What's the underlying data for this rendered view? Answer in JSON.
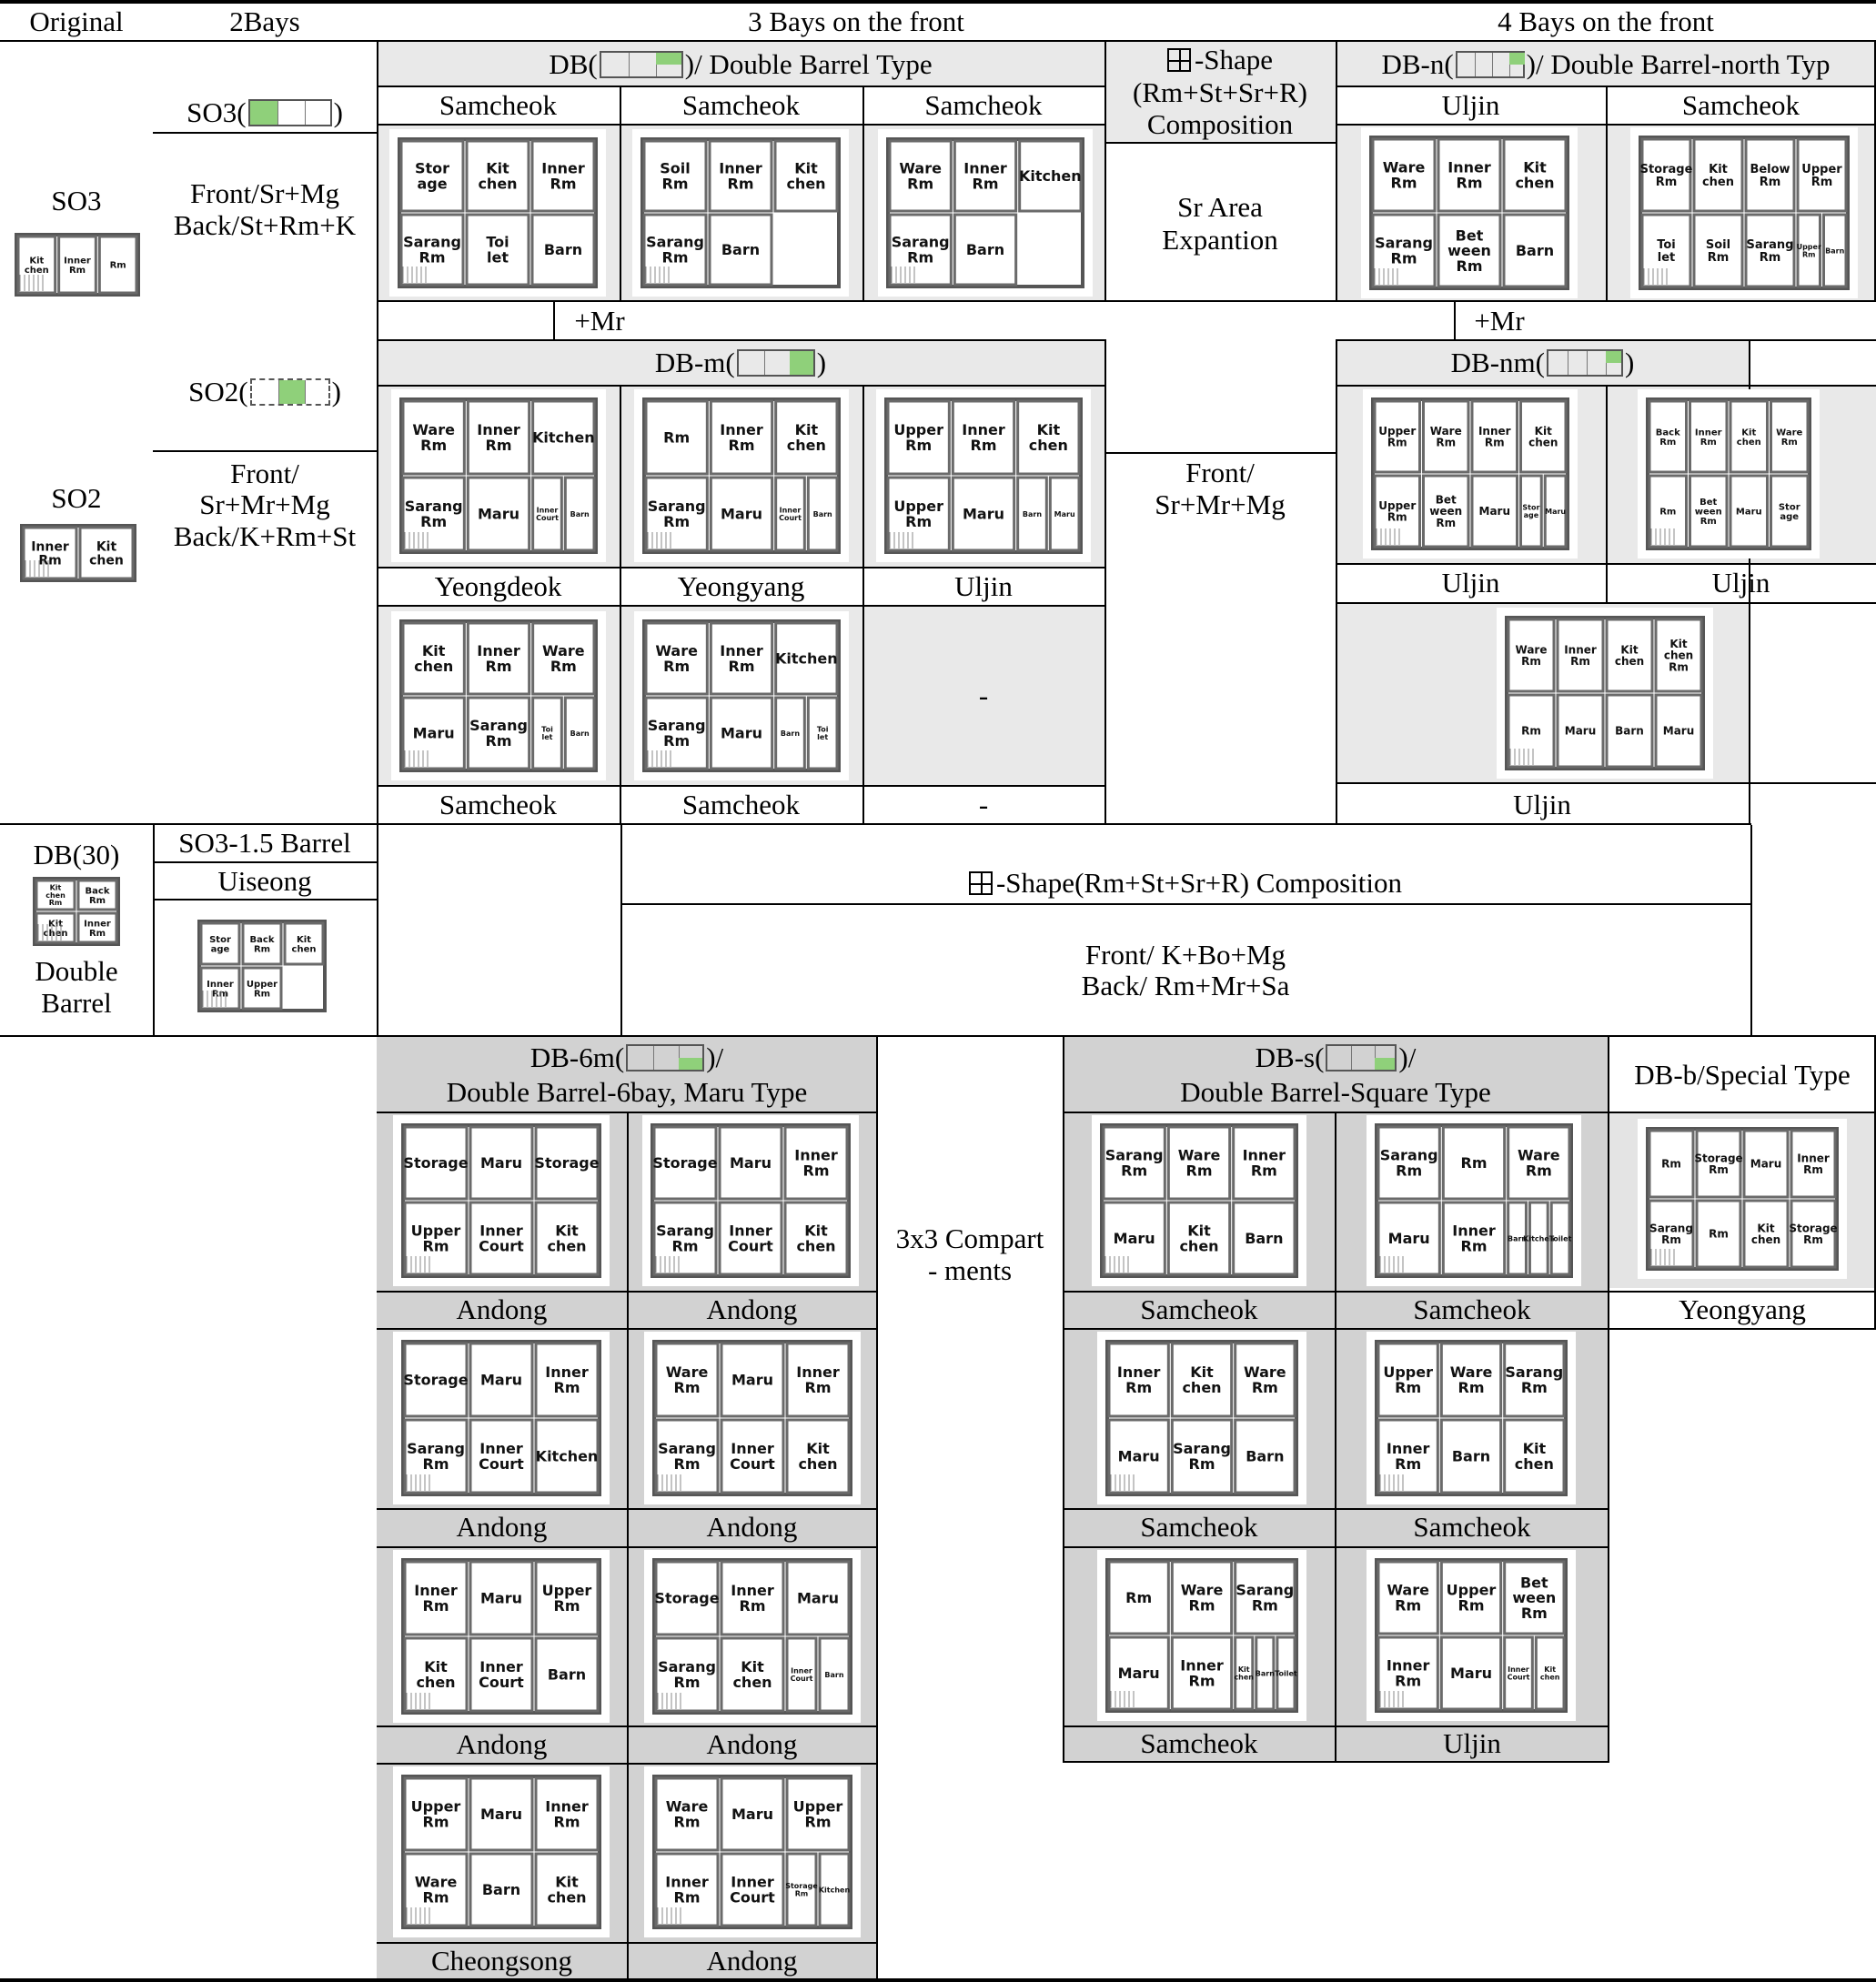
{
  "header": {
    "original": "Original",
    "two_bays": "2Bays",
    "three_bays": "3 Bays on the front",
    "four_bays": "4 Bays on the front"
  },
  "left": {
    "so3": "SO3",
    "so2": "SO2",
    "db30": "DB(30)",
    "double": "Double",
    "barrel": "Barrel",
    "so3_plan": [
      "Kit chen",
      "Inner Rm",
      "Rm"
    ],
    "so2_plan": [
      "Inner Rm",
      "Kit chen"
    ],
    "db30_plan": [
      "Kit chen Rm",
      "Back Rm",
      "Kit chen",
      "Inner Rm"
    ]
  },
  "two_bays": {
    "so3_prefix": "SO3(",
    "so3_suffix": ")",
    "so3_desc_1": "Front/Sr+Mg",
    "so3_desc_2": "Back/St+Rm+K",
    "so2_prefix": "SO2(",
    "so2_suffix": ")",
    "so2_desc_1": "Front/",
    "so2_desc_2": "Sr+Mr+Mg",
    "so2_desc_3": "Back/K+Rm+St",
    "so315": "SO3-1.5 Barrel",
    "uiseong": "Uiseong",
    "uiseong_plan": [
      "Stor age",
      "Back Rm",
      "Kit chen",
      "Inner Rm",
      "Upper Rm"
    ]
  },
  "db": {
    "title_prefix": "DB(",
    "title_suffix": ")/ Double Barrel Type",
    "places": [
      "Samcheok",
      "Samcheok",
      "Samcheok"
    ],
    "plans": [
      [
        "Stor age",
        "Kit chen",
        "Inner Rm",
        "Sarang Rm",
        "Toi let",
        "Barn"
      ],
      [
        "Soil Rm",
        "Inner Rm",
        "Kit chen",
        "Sarang Rm",
        "Barn"
      ],
      [
        "Ware Rm",
        "Inner Rm",
        "Kitchen",
        "Sarang Rm",
        "Barn"
      ]
    ]
  },
  "shape": {
    "line1": "-Shape",
    "line2": "(Rm+St+Sr+R)",
    "line3": "Composition",
    "sr1": "Sr Area",
    "sr2": "Expantion"
  },
  "dbn": {
    "title_prefix": "DB-n(",
    "title_suffix": ")/ Double Barrel-north Typ",
    "places": [
      "Uljin",
      "Samcheok"
    ],
    "plans": [
      [
        "Ware Rm",
        "Inner Rm",
        "Kit chen",
        "Sarang Rm",
        "Bet ween Rm",
        "Barn"
      ],
      [
        "Storage Rm",
        "Kit chen",
        "Below Rm",
        "Upper Rm",
        "Toi let",
        "Soil Rm",
        "Sarang Rm",
        "Upper Rm",
        "Barn"
      ]
    ]
  },
  "plus_mr": "+Mr",
  "dbm": {
    "title_prefix": "DB-m(",
    "title_suffix": ")",
    "places_row1": [
      "Yeongdeok",
      "Yeongyang",
      "Uljin"
    ],
    "places_row2": [
      "Samcheok",
      "Samcheok",
      "-"
    ],
    "dash": "-",
    "plans": [
      [
        "Ware Rm",
        "Inner Rm",
        "Kitchen",
        "Sarang Rm",
        "Maru",
        "Inner Court",
        "Barn"
      ],
      [
        "Rm",
        "Inner Rm",
        "Kit chen",
        "Sarang Rm",
        "Maru",
        "Inner Court",
        "Barn"
      ],
      [
        "Upper Rm",
        "Inner Rm",
        "Kit chen",
        "Upper Rm",
        "Maru",
        "Barn",
        "Maru"
      ],
      [
        "Kit chen",
        "Inner Rm",
        "Ware Rm",
        "Maru",
        "Sarang Rm",
        "Toi let",
        "Barn"
      ],
      [
        "Ware Rm",
        "Inner Rm",
        "Kitchen",
        "Sarang Rm",
        "Maru",
        "Barn",
        "Toi let"
      ]
    ]
  },
  "mid_desc": {
    "l1": "Front/",
    "l2": "Sr+Mr+Mg"
  },
  "dbnm": {
    "title_prefix": "DB-nm(",
    "title_suffix": ")",
    "places": [
      "Uljin",
      "Uljin",
      "Uljin"
    ],
    "plans": [
      [
        "Upper Rm",
        "Ware Rm",
        "Inner Rm",
        "Kit chen",
        "Upper Rm",
        "Bet ween Rm",
        "Maru",
        "Stor age",
        "Maru"
      ],
      [
        "Back Rm",
        "Inner Rm",
        "Kit chen",
        "Ware Rm",
        "Rm",
        "Bet ween Rm",
        "Maru",
        "Stor age"
      ],
      [
        "Ware Rm",
        "Inner Rm",
        "Kit chen",
        "Kit chen Rm",
        "Rm",
        "Maru",
        "Barn",
        "Maru"
      ]
    ]
  },
  "comp": {
    "title": "-Shape(Rm+St+Sr+R) Composition",
    "front": "Front/ K+Bo+Mg",
    "back": "Back/ Rm+Mr+Sa"
  },
  "db6m": {
    "title_prefix": "DB-6m(",
    "title_suffix": ")/",
    "title2": "Double Barrel-6bay, Maru Type",
    "places": [
      "Andong",
      "Andong",
      "Andong",
      "Andong",
      "Andong",
      "Andong",
      "Cheongsong",
      "Andong"
    ],
    "plans": [
      [
        "Storage",
        "Maru",
        "Storage",
        "Upper Rm",
        "Inner Court",
        "Kit chen"
      ],
      [
        "Storage",
        "Maru",
        "Inner Rm",
        "Sarang Rm",
        "Inner Court",
        "Kit chen"
      ],
      [
        "Storage",
        "Maru",
        "Inner Rm",
        "Sarang Rm",
        "Inner Court",
        "Kitchen"
      ],
      [
        "Ware Rm",
        "Maru",
        "Inner Rm",
        "Sarang Rm",
        "Inner Court",
        "Kit chen"
      ],
      [
        "Inner Rm",
        "Maru",
        "Upper Rm",
        "Kit chen",
        "Inner Court",
        "Barn"
      ],
      [
        "Storage",
        "Inner Rm",
        "Maru",
        "Sarang Rm",
        "Kit chen",
        "Inner Court",
        "Barn"
      ],
      [
        "Upper Rm",
        "Maru",
        "Inner Rm",
        "Ware Rm",
        "Barn",
        "Kit chen"
      ],
      [
        "Ware Rm",
        "Maru",
        "Upper Rm",
        "Inner Rm",
        "Inner Court",
        "Storage Rm",
        "Kitchen"
      ]
    ]
  },
  "compart": {
    "l1": "3x3 Compart",
    "l2": "- ments"
  },
  "dbs": {
    "title_prefix": "DB-s(",
    "title_suffix": ")/",
    "title2": "Double Barrel-Square Type",
    "places": [
      "Samcheok",
      "Samcheok",
      "Samcheok",
      "Samcheok",
      "Samcheok",
      "Uljin"
    ],
    "plans": [
      [
        "Sarang Rm",
        "Ware Rm",
        "Inner Rm",
        "Maru",
        "Kit chen",
        "Barn"
      ],
      [
        "Sarang Rm",
        "Rm",
        "Ware Rm",
        "Maru",
        "Inner Rm",
        "Barn",
        "Kitchen",
        "Toilet"
      ],
      [
        "Inner Rm",
        "Kit chen",
        "Ware Rm",
        "Maru",
        "Sarang Rm",
        "Barn"
      ],
      [
        "Upper Rm",
        "Ware Rm",
        "Sarang Rm",
        "Inner Rm",
        "Barn",
        "Kit chen"
      ],
      [
        "Rm",
        "Ware Rm",
        "Sarang Rm",
        "Maru",
        "Inner Rm",
        "Kit chen",
        "Barn",
        "Toilet"
      ],
      [
        "Ware Rm",
        "Upper Rm",
        "Bet ween Rm",
        "Inner Rm",
        "Maru",
        "Inner Court",
        "Kit chen"
      ]
    ]
  },
  "dbb": {
    "title": "DB-b/Special Type",
    "place": "Yeongyang",
    "plan": [
      "Rm",
      "Storage Rm",
      "Maru",
      "Inner Rm",
      "Sarang Rm",
      "Rm",
      "Kit chen",
      "Storage Rm"
    ]
  },
  "colors": {
    "green": "#8fd07a",
    "header_gray": "#e9e9e9",
    "label_gray": "#c8c8c8",
    "plan_bg": "#d2d2d2"
  }
}
